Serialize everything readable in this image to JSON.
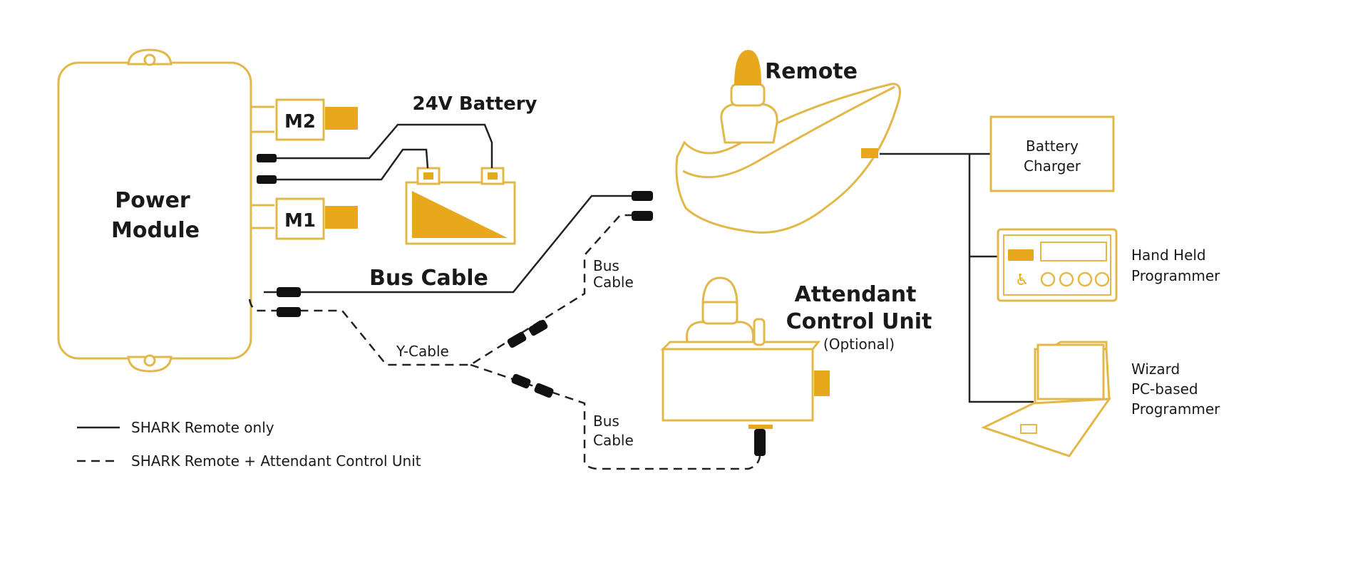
{
  "labels": {
    "power_module": [
      "Power",
      "Module"
    ],
    "m2": "M2",
    "m1": "M1",
    "battery": "24V Battery",
    "remote": "Remote",
    "bus_cable_main": "Bus Cable",
    "bus_cable_upper": [
      "Bus",
      "Cable"
    ],
    "bus_cable_lower": [
      "Bus",
      "Cable"
    ],
    "y_cable": "Y-Cable",
    "attendant": [
      "Attendant",
      "Control Unit"
    ],
    "optional": "(Optional)",
    "battery_charger": [
      "Battery",
      "Charger"
    ],
    "hand_held": [
      "Hand Held",
      "Programmer"
    ],
    "wizard": [
      "Wizard",
      "PC-based",
      "Programmer"
    ]
  },
  "legend": {
    "solid": "SHARK Remote only",
    "dashed": "SHARK Remote + Attendant Control Unit"
  },
  "colors": {
    "accent": "#e8a81c",
    "outline": "#e3b84a",
    "line": "#222222"
  }
}
